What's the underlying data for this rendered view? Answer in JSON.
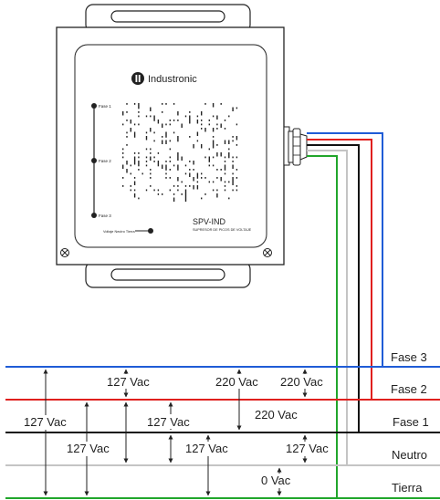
{
  "device": {
    "brand": "Industronic",
    "model": "SPV-IND",
    "subtitle": "SUPRESOR DE PICOS DE VOLTAJE",
    "phase_labels": [
      "Fase 1",
      "Fase 2",
      "Fase 3"
    ],
    "bottom_label": "Voltaje Neutro Tierra"
  },
  "lines": [
    {
      "key": "fase3",
      "label": "Fase 3",
      "color": "#1f5cd6"
    },
    {
      "key": "fase2",
      "label": "Fase 2",
      "color": "#e0201e"
    },
    {
      "key": "fase1",
      "label": "Fase 1",
      "color": "#111111"
    },
    {
      "key": "neutro",
      "label": "Neutro",
      "color": "#c4c4c4"
    },
    {
      "key": "tierra",
      "label": "Tierra",
      "color": "#21a62b"
    }
  ],
  "measurements": [
    {
      "from": "fase3",
      "to": "fase2",
      "value": "127 Vac"
    },
    {
      "from": "fase3",
      "to": "fase1",
      "value": "220 Vac"
    },
    {
      "from": "fase3",
      "to": "fase2",
      "value": "220 Vac"
    },
    {
      "from": "fase3",
      "to": "tierra",
      "value": "127 Vac"
    },
    {
      "from": "fase2",
      "to": "neutro",
      "value": "127 Vac"
    },
    {
      "from": "fase2",
      "to": "fase1",
      "value": "220 Vac"
    },
    {
      "from": "fase2",
      "to": "tierra",
      "value": "127 Vac"
    },
    {
      "from": "fase1",
      "to": "neutro",
      "value": "127 Vac"
    },
    {
      "from": "fase1",
      "to": "tierra",
      "value": "127 Vac"
    },
    {
      "from": "neutro",
      "to": "tierra",
      "value": "0 Vac"
    }
  ]
}
